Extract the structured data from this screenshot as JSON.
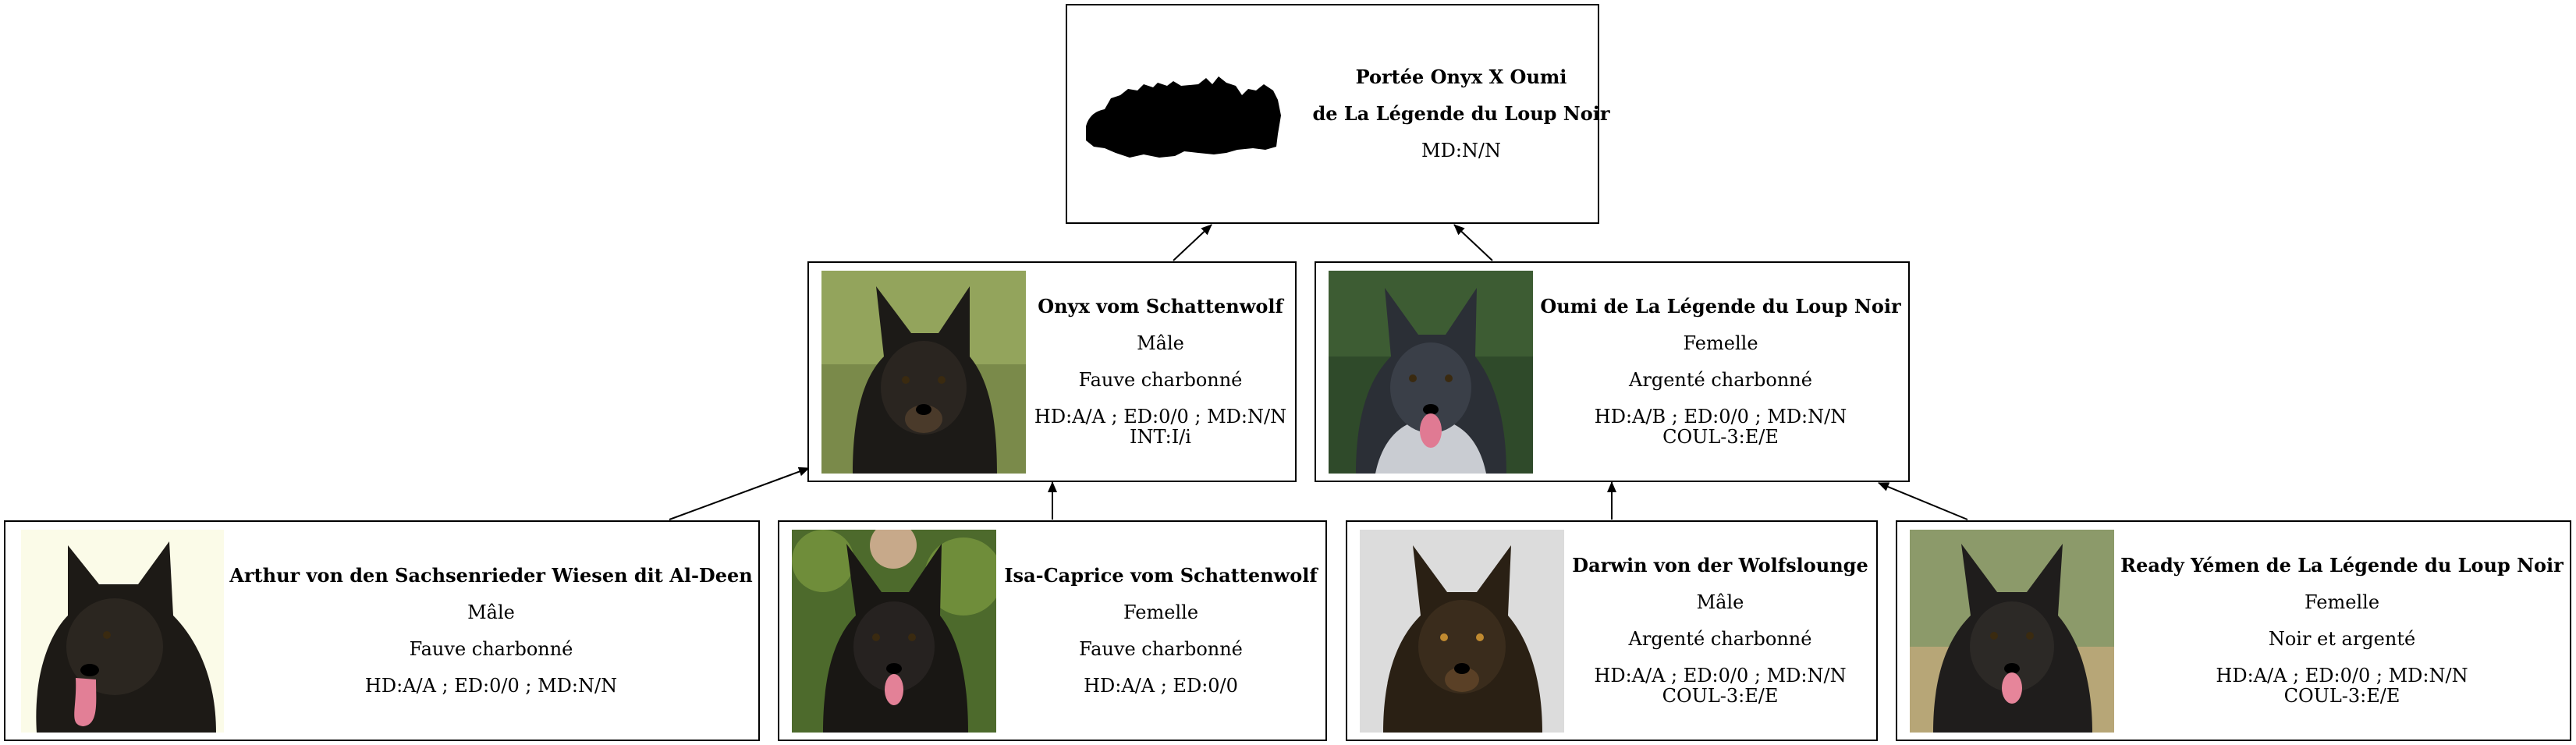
{
  "litter": {
    "title": "Portée Onyx X Oumi",
    "kennel": "de La Légende du Loup Noir",
    "health": "MD:N/N",
    "photo_icon": "dog-litter-silhouette-icon"
  },
  "parents": [
    {
      "name": "Onyx vom Schattenwolf",
      "sex": "Mâle",
      "color": "Fauve charbonné",
      "health": "HD:A/A ; ED:0/0 ; MD:N/N",
      "extra": "INT:I/i",
      "photo_icon": "dog-photo-icon"
    },
    {
      "name": "Oumi de La Légende du Loup Noir",
      "sex": "Femelle",
      "color": "Argenté charbonné",
      "health": "HD:A/B ; ED:0/0 ; MD:N/N",
      "extra": "COUL-3:E/E",
      "photo_icon": "dog-photo-icon"
    }
  ],
  "grandparents": [
    {
      "name": "Arthur von den Sachsenrieder Wiesen dit Al-Deen",
      "sex": "Mâle",
      "color": "Fauve charbonné",
      "health": "HD:A/A ; ED:0/0 ; MD:N/N",
      "photo_icon": "dog-photo-icon"
    },
    {
      "name": "Isa-Caprice vom Schattenwolf",
      "sex": "Femelle",
      "color": "Fauve charbonné",
      "health": "HD:A/A ; ED:0/0",
      "photo_icon": "dog-photo-icon"
    },
    {
      "name": "Darwin von der Wolfslounge",
      "sex": "Mâle",
      "color": "Argenté charbonné",
      "health": "HD:A/A ; ED:0/0 ; MD:N/N",
      "extra": "COUL-3:E/E",
      "photo_icon": "dog-photo-icon"
    },
    {
      "name": "Ready Yémen de La Légende du Loup Noir",
      "sex": "Femelle",
      "color": "Noir et argenté",
      "health": "HD:A/A ; ED:0/0 ; MD:N/N",
      "extra": "COUL-3:E/E",
      "photo_icon": "dog-photo-icon"
    }
  ]
}
